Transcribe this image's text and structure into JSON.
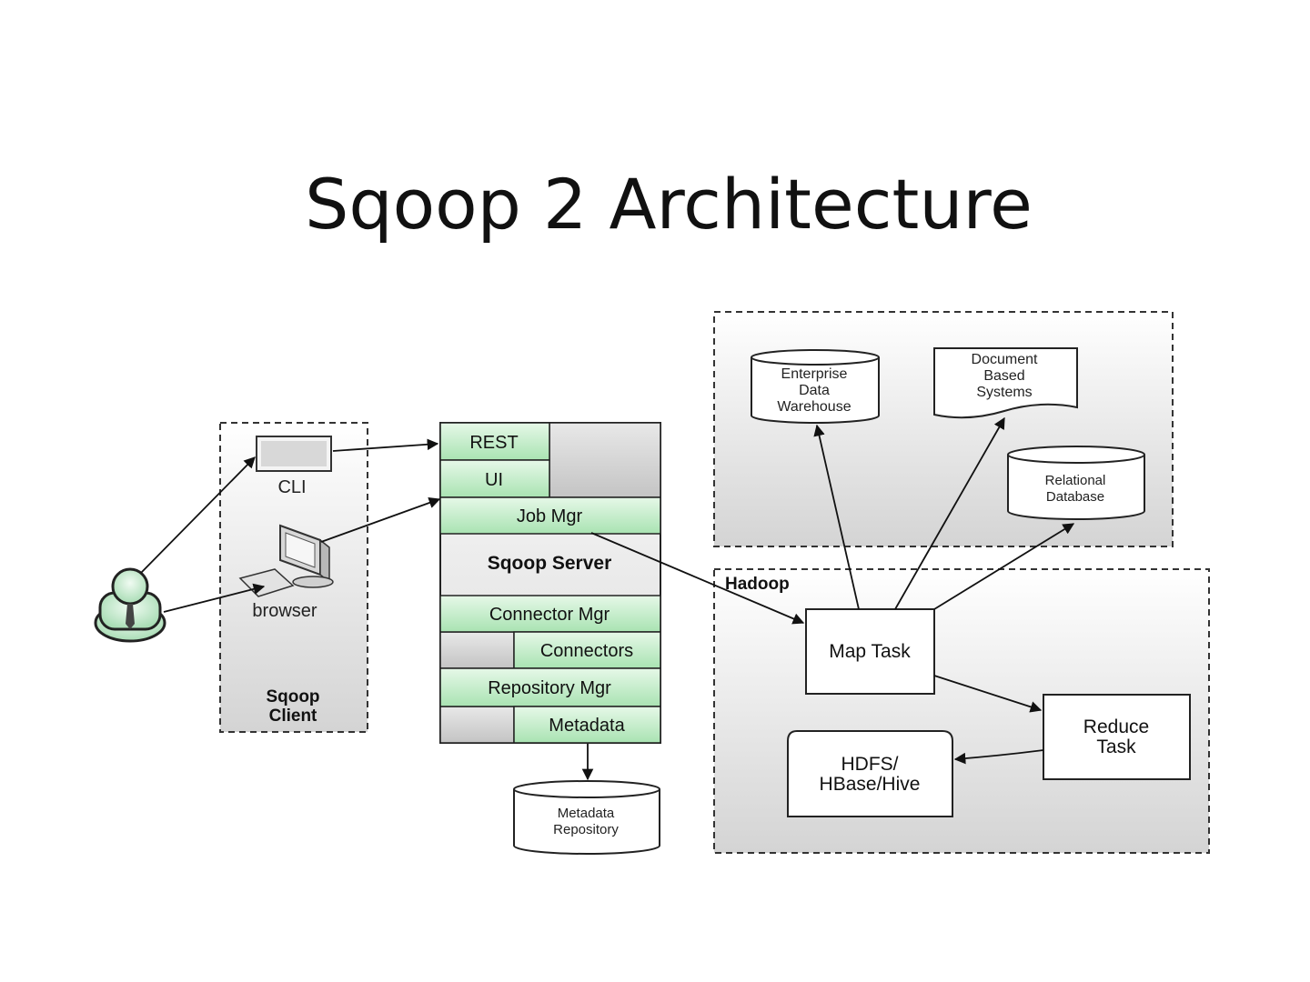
{
  "slide": {
    "title": "Sqoop 2 Architecture"
  },
  "client": {
    "cli_label": "CLI",
    "browser_label": "browser",
    "group_label_line1": "Sqoop",
    "group_label_line2": "Client"
  },
  "server": {
    "rest": "REST",
    "ui": "UI",
    "job_mgr": "Job Mgr",
    "server_label": "Sqoop Server",
    "connector_mgr": "Connector Mgr",
    "connectors": "Connectors",
    "repository_mgr": "Repository Mgr",
    "metadata": "Metadata"
  },
  "metadata_repository": {
    "line1": "Metadata",
    "line2": "Repository"
  },
  "data_stores": {
    "edw_line1": "Enterprise",
    "edw_line2": "Data",
    "edw_line3": "Warehouse",
    "doc_line1": "Document",
    "doc_line2": "Based",
    "doc_line3": "Systems",
    "rdb_line1": "Relational",
    "rdb_line2": "Database"
  },
  "hadoop": {
    "label": "Hadoop",
    "map_task": "Map Task",
    "reduce_line1": "Reduce",
    "reduce_line2": "Task",
    "hdfs_line1": "HDFS/",
    "hdfs_line2": "HBase/Hive"
  },
  "colors": {
    "green_fill": "#c6efcc",
    "dashed_fill": "#e4e4e4",
    "stroke": "#222222"
  }
}
